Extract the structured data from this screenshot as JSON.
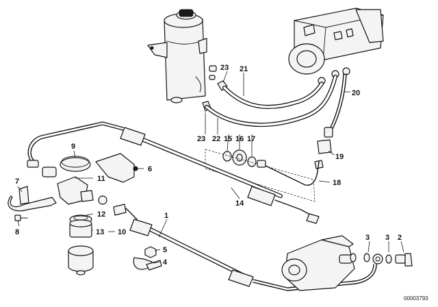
{
  "callouts": [
    {
      "id": "c1",
      "text": "1"
    },
    {
      "id": "c2",
      "text": "2"
    },
    {
      "id": "c3a",
      "text": "3"
    },
    {
      "id": "c3b",
      "text": "3"
    },
    {
      "id": "c4",
      "text": "4"
    },
    {
      "id": "c5",
      "text": "5"
    },
    {
      "id": "c6",
      "text": "6"
    },
    {
      "id": "c7",
      "text": "7"
    },
    {
      "id": "c8",
      "text": "8"
    },
    {
      "id": "c9",
      "text": "9"
    },
    {
      "id": "c10",
      "text": "10"
    },
    {
      "id": "c11",
      "text": "11"
    },
    {
      "id": "c12",
      "text": "12"
    },
    {
      "id": "c13",
      "text": "13"
    },
    {
      "id": "c14",
      "text": "14"
    },
    {
      "id": "c15",
      "text": "15"
    },
    {
      "id": "c16",
      "text": "16"
    },
    {
      "id": "c17",
      "text": "17"
    },
    {
      "id": "c18",
      "text": "18"
    },
    {
      "id": "c19",
      "text": "19"
    },
    {
      "id": "c20",
      "text": "20"
    },
    {
      "id": "c21",
      "text": "21"
    },
    {
      "id": "c22",
      "text": "22"
    },
    {
      "id": "c23a",
      "text": "23"
    },
    {
      "id": "c23b",
      "text": "23"
    }
  ],
  "diagram_code": "00003793"
}
